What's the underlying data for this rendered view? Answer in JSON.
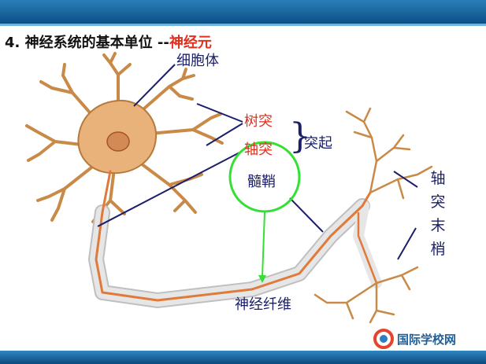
{
  "header": {
    "prefix": "4.  神经系统的基本单位  --",
    "highlight": "神经元"
  },
  "labels": {
    "cell_body": "细胞体",
    "dendrite": "树突",
    "axon": "轴突",
    "myelin": "髓鞘",
    "protrusion": "突起",
    "nerve_fiber": "神经纤维",
    "axon_terminal": "轴突末梢"
  },
  "brace_glyph": "}",
  "logo": {
    "text": "国际学校网"
  },
  "colors": {
    "header_bar": "#0d4f86",
    "label_dark": "#1b1f6b",
    "label_red": "#e0301e",
    "highlight_circle": "#35e035",
    "neuron_body": "#e8b27a",
    "neuron_stroke": "#b77a3c",
    "axon_core": "#e07a3a",
    "myelin_sheath": "#d8d8d8"
  }
}
